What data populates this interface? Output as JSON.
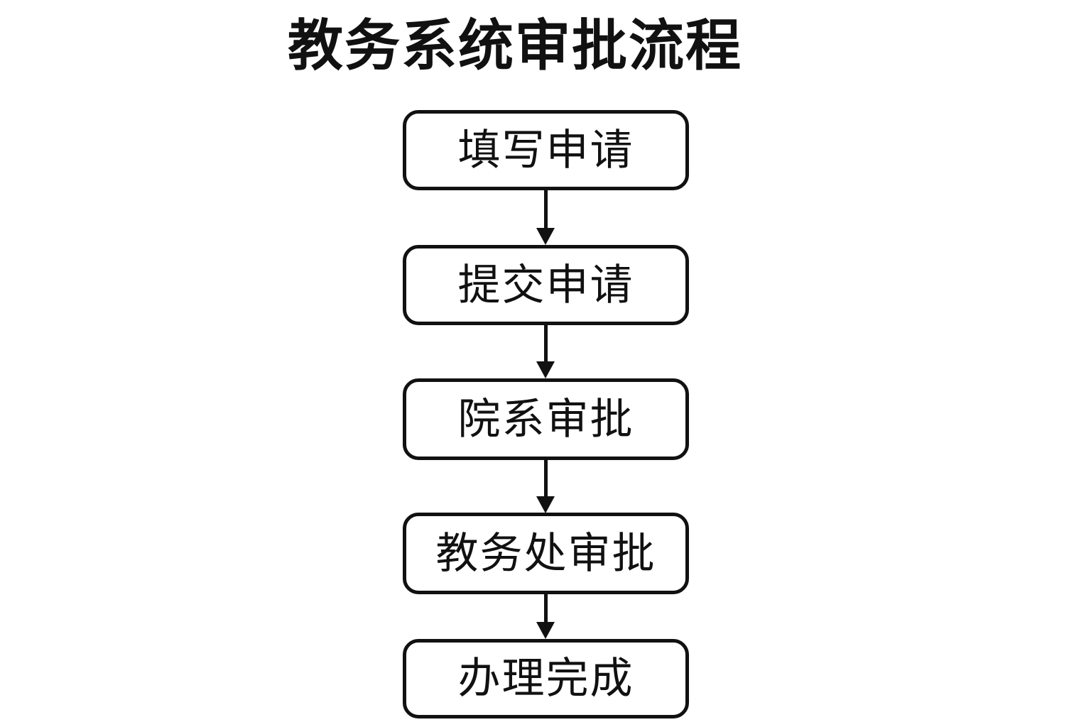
{
  "diagram": {
    "title": "教务系统审批流程",
    "orientation": "vertical top-to-bottom",
    "background_color": "#ffffff",
    "stroke_color": "#111111",
    "node_shape": "rounded-rectangle",
    "nodes": [
      {
        "id": "node-1",
        "label": "填写申请"
      },
      {
        "id": "node-2",
        "label": "提交申请"
      },
      {
        "id": "node-3",
        "label": "院系审批"
      },
      {
        "id": "node-4",
        "label": "教务处审批"
      },
      {
        "id": "node-5",
        "label": "办理完成"
      }
    ],
    "connectors": [
      {
        "id": "conn-1",
        "from": "node-1",
        "to": "node-2",
        "arrow": "down-arrow-icon",
        "label": ""
      },
      {
        "id": "conn-2",
        "from": "node-2",
        "to": "node-3",
        "arrow": "down-arrow-icon",
        "label": ""
      },
      {
        "id": "conn-3",
        "from": "node-3",
        "to": "node-4",
        "arrow": "down-arrow-icon",
        "label": ""
      },
      {
        "id": "conn-4",
        "from": "node-4",
        "to": "node-5",
        "arrow": "down-arrow-icon",
        "label": ""
      }
    ]
  }
}
